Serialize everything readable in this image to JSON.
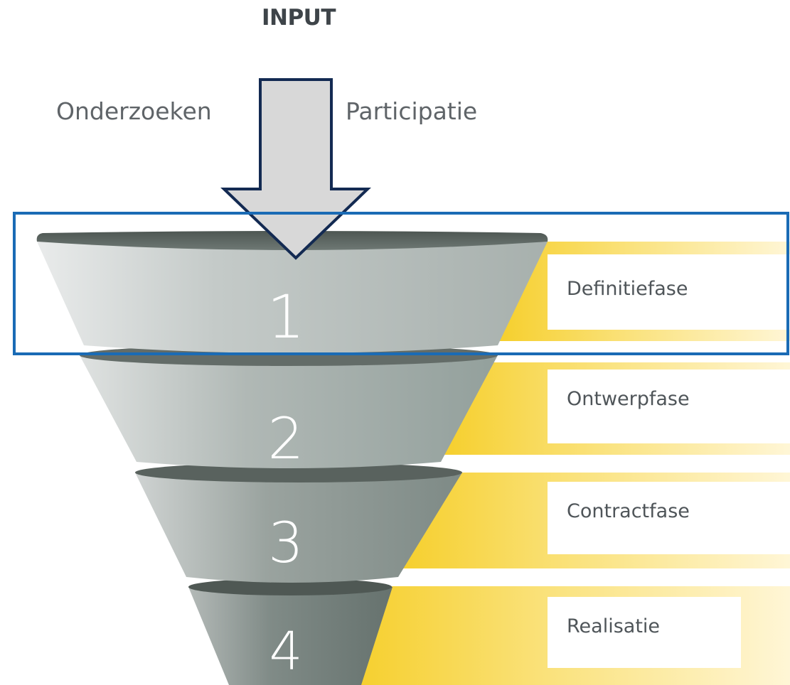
{
  "diagram": {
    "input_title": "INPUT",
    "left_label": "Onderzoeken",
    "right_label": "Participatie",
    "stages": [
      {
        "number": "1",
        "label": "Definitiefase",
        "highlighted": true
      },
      {
        "number": "2",
        "label": "Ontwerpfase",
        "highlighted": false
      },
      {
        "number": "3",
        "label": "Contractfase",
        "highlighted": false
      },
      {
        "number": "4",
        "label": "Realisatie",
        "highlighted": false
      }
    ]
  },
  "colors": {
    "highlight_frame": "#1a6bb5",
    "arrow_fill": "#d8d8d8",
    "arrow_stroke": "#132a52",
    "band_yellow": "#f7d23a",
    "funnel_light": "#c7cccb",
    "funnel_dark": "#6b7672"
  }
}
